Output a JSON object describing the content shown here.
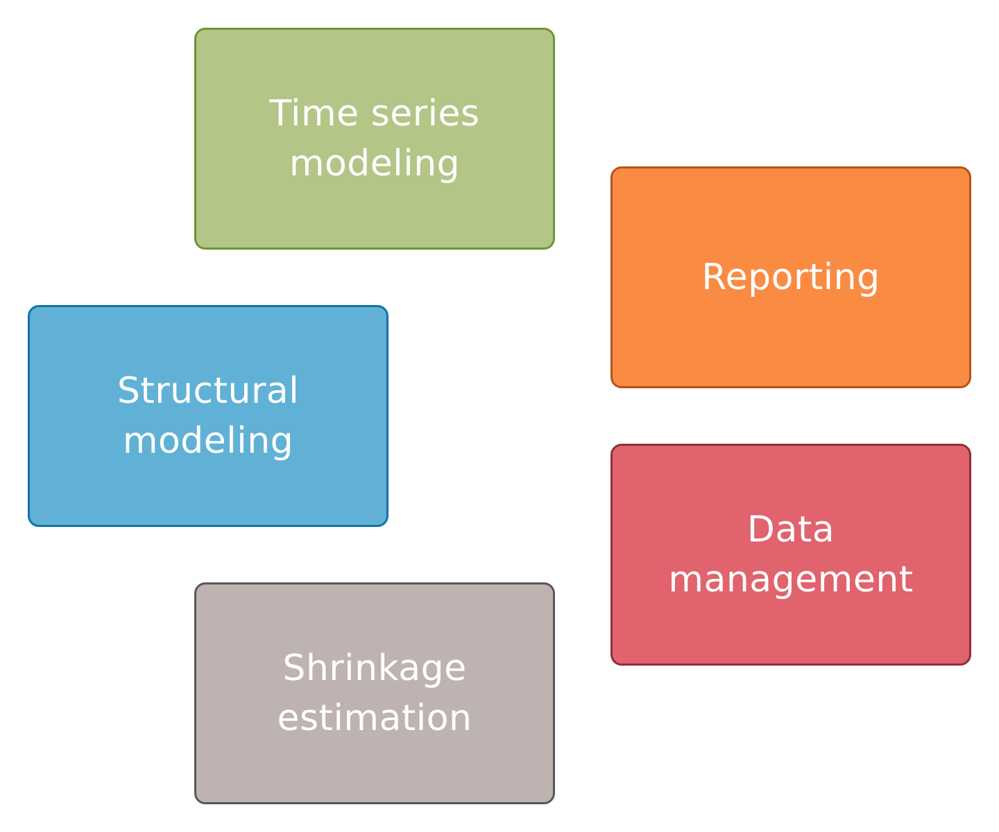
{
  "boxes": [
    {
      "id": "time-series",
      "lines": [
        "Time series",
        "modeling"
      ],
      "fill": "#b3c587",
      "border": "#6e9532"
    },
    {
      "id": "reporting",
      "lines": [
        "Reporting"
      ],
      "fill": "#f98b43",
      "border": "#b6521a"
    },
    {
      "id": "structural",
      "lines": [
        "Structural",
        "modeling"
      ],
      "fill": "#61b1d6",
      "border": "#0f74a6"
    },
    {
      "id": "data-management",
      "lines": [
        "Data",
        "management"
      ],
      "fill": "#e0636e",
      "border": "#8d303a"
    },
    {
      "id": "shrinkage",
      "lines": [
        "Shrinkage",
        "estimation"
      ],
      "fill": "#beb3b1",
      "border": "#585858"
    }
  ]
}
